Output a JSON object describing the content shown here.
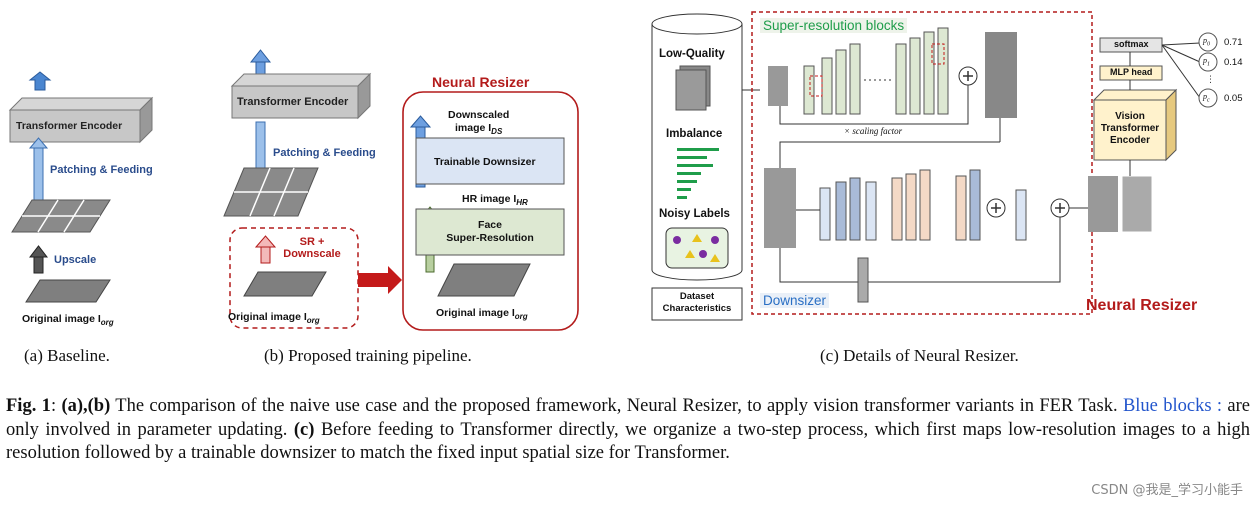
{
  "panel_a": {
    "encoder_label": "Transformer Encoder",
    "patching_label": "Patching & Feeding",
    "upscale_label": "Upscale",
    "original_label": "Original image I",
    "original_sub": "org",
    "caption": "(a) Baseline."
  },
  "panel_b": {
    "encoder_label": "Transformer Encoder",
    "patching_label": "Patching & Feeding",
    "sr_label_1": "SR +",
    "sr_label_2": "Downscale",
    "original_label": "Original image I",
    "original_sub": "org",
    "resizer_title": "Neural Resizer",
    "downscaled_1": "Downscaled",
    "downscaled_2": "image I",
    "downscaled_sub": "DS",
    "trainable_label": "Trainable Downsizer",
    "hr_label": "HR image I",
    "hr_sub": "HR",
    "face_sr_1": "Face",
    "face_sr_2": "Super-Resolution",
    "original2_label": "Original image I",
    "original2_sub": "org",
    "caption": "(b) Proposed training pipeline."
  },
  "panel_c": {
    "low_quality": "Low-Quality",
    "imbalance": "Imbalance",
    "noisy_labels": "Noisy Labels",
    "dataset_1": "Dataset",
    "dataset_2": "Characteristics",
    "sr_blocks": "Super-resolution blocks",
    "scaling": "× scaling factor",
    "downsizer": "Downsizer",
    "resizer_title": "Neural Resizer",
    "softmax": "softmax",
    "mlp_head": "MLP head",
    "vit_1": "Vision",
    "vit_2": "Transformer",
    "vit_3": "Encoder",
    "p0": "p",
    "p0_sub": "0",
    "p1": "p",
    "p1_sub": "1",
    "pc": "p",
    "pc_sub": "c",
    "p0_val": "0.71",
    "p1_val": "0.14",
    "pc_val": "0.05",
    "caption": "(c) Details of Neural Resizer."
  },
  "caption": {
    "fig": "Fig. 1",
    "ab": "(a),(b)",
    "part1": " The comparison of the naive use case and the proposed framework, Neural Resizer, to apply vision transformer variants in FER Task. ",
    "blue": "Blue blocks :",
    "part2": " are only involved in parameter updating. ",
    "c": "(c)",
    "part3": " Before feeding to Transformer directly, we organize a two-step process, which first maps low-resolution images to a high resolution followed by a trainable downsizer to match the fixed input spatial size for Transformer."
  },
  "watermark": "CSDN @我是_学习小能手",
  "colors": {
    "resizer_red": "#b31b1b",
    "blue_block": "#dbe5f4",
    "green_block": "#dde8d2",
    "encoder_gray": "#c9c9c9",
    "vit_yellow": "#fff2cc",
    "peach_block": "#f4d9c6"
  }
}
